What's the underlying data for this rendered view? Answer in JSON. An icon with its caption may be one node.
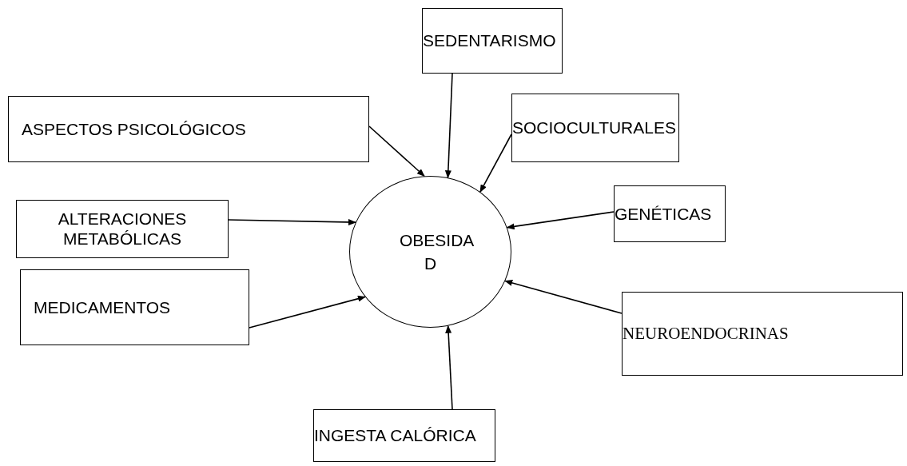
{
  "diagram": {
    "nodes": [
      {
        "text": [
          "SEDENTARISMO"
        ]
      },
      {
        "text": [
          "ASPECTOS PSICOLÓGICOS"
        ]
      },
      {
        "text": [
          "SOCIOCULTURALES"
        ]
      },
      {
        "text": [
          "ALTERACIONES METABÓLICAS"
        ]
      },
      {
        "text": [
          "GENÉTICAS"
        ]
      },
      {
        "text": [
          "MEDICAMENTOS"
        ]
      },
      {
        "text": [
          "NEUROENDOCRINAS"
        ]
      },
      {
        "text": [
          "INGESTA CALÓRICA"
        ]
      },
      {
        "text": [
          "OBESIDA D"
        ]
      }
    ],
    "edges": [
      {
        "from": 0,
        "to": 8,
        "arrow": "to"
      },
      {
        "from": 1,
        "to": 8,
        "arrow": "to"
      },
      {
        "from": 2,
        "to": 8,
        "arrow": "to"
      },
      {
        "from": 3,
        "to": 8,
        "arrow": "to"
      },
      {
        "from": 4,
        "to": 8,
        "arrow": "to"
      },
      {
        "from": 5,
        "to": 8,
        "arrow": "to"
      },
      {
        "from": 6,
        "to": 8,
        "arrow": "to"
      },
      {
        "from": 7,
        "to": 8,
        "arrow": "to"
      }
    ]
  }
}
